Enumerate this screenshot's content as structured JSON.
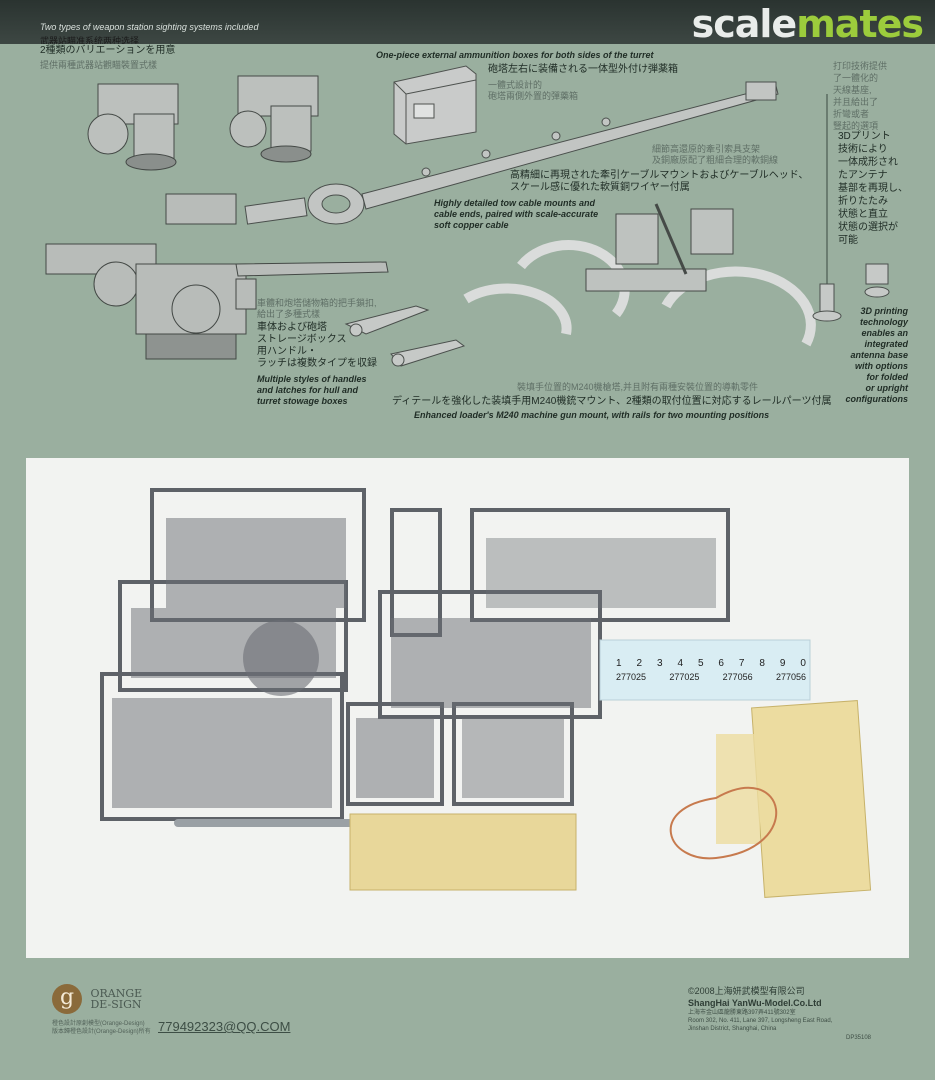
{
  "brand": {
    "part1": "scale",
    "part2": "mates"
  },
  "top": {
    "en": "Two types of weapon station sighting systems included",
    "cn": "武器站瞄准系统两种选择",
    "jp": "2種類のバリエーションを用意",
    "cn2": "提供兩種武器站觀瞄裝置式樣"
  },
  "ammo": {
    "en": "One-piece external ammunition boxes for both sides of the turret",
    "jp": "砲塔左右に装備される一体型外付け弾薬箱",
    "cn": "一體式設計的",
    "cn2": "砲塔兩側外置的彈藥箱"
  },
  "tow": {
    "cn": "細節高還原的牽引索具支架",
    "cn2": "及銅廠原配了粗細合理的軟銅線",
    "jp": "高精細に再現された牽引ケーブルマウントおよびケーブルヘッド、",
    "jp2": "スケール感に優れた軟質銅ワイヤー付属",
    "en": "Highly detailed tow cable mounts and",
    "en2": "cable ends, paired with scale-accurate",
    "en3": "soft copper cable"
  },
  "handles": {
    "cn": "車體和炮塔儲物箱的把手鎖扣,",
    "cn2": "給出了多種式樣",
    "jp": "車体および砲塔",
    "jp2": "ストレージボックス",
    "jp3": "用ハンドル・",
    "jp4": "ラッチは複数タイプを収録",
    "en": "Multiple styles of handles",
    "en2": "and latches for hull and",
    "en3": "turret stowage boxes"
  },
  "m240": {
    "cn": "裝填手位置的M240機槍塔,并且附有兩種安裝位置的導軌零件",
    "jp": "ディテールを強化した装填手用M240機銃マウント、2種類の取付位置に対応するレールパーツ付属",
    "en": "Enhanced loader's M240 machine gun mount, with rails for two mounting positions"
  },
  "antenna": {
    "cn": [
      "打印技術提供",
      "了一體化的",
      "天線基座,",
      "并且給出了",
      "折彎或者",
      "豎起的選項"
    ],
    "jp": [
      "3Dプリント",
      "技術により",
      "一体成形され",
      "たアンテナ",
      "基部を再現し、",
      "折りたたみ",
      "状態と直立",
      "状態の選択が",
      "可能"
    ],
    "en": [
      "3D printing",
      "technology",
      "enables an",
      "integrated",
      "antenna base",
      "with options",
      "for folded",
      "or upright",
      "configurations"
    ]
  },
  "decal": {
    "digits": [
      "1",
      "2",
      "3",
      "4",
      "5",
      "6",
      "7",
      "8",
      "9",
      "0"
    ],
    "numbers": [
      "277025",
      "277025",
      "277056",
      "277056"
    ]
  },
  "footer": {
    "logo_letter": "g",
    "logo_line1": "ORANGE",
    "logo_line2": "DE-SIGN",
    "small1": "橙色設計原創模型(Orange-Design)",
    "small2": "版本歸橙色設計(Orange-Design)所有",
    "qq": "779492323@QQ.COM",
    "copy": "©2008上海妍武模型有限公司",
    "company": "ShangHai YanWu-Model.Co.Ltd",
    "addr_cn": "上海市金山區龍勝東路397弄411號302室",
    "addr1": "Room 302, No. 411, Lane 397, Longsheng East Road,",
    "addr2": "Jinshan District, Shanghai, China",
    "code": "DP35108"
  }
}
